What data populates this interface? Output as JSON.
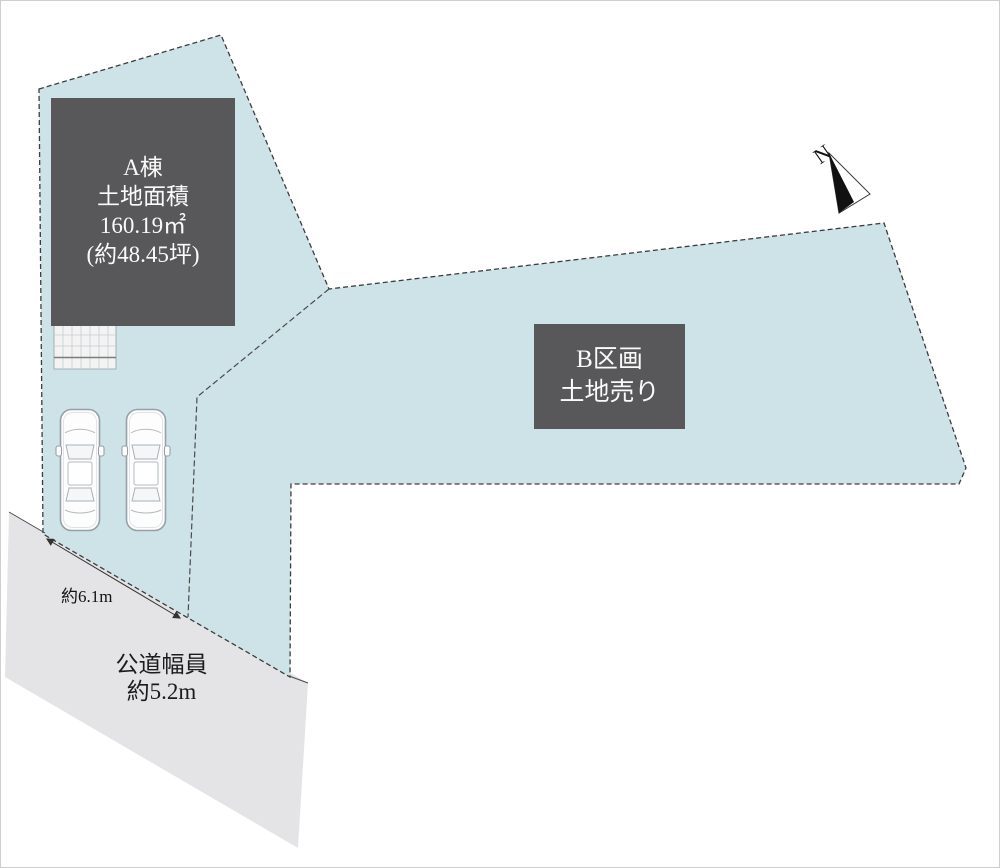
{
  "colors": {
    "lot_fill": "#cee3e8",
    "road_fill": "#e4e4e6",
    "label_box_fill": "#58585a",
    "label_box_text": "#fafafa",
    "boundary_line": "#3d3d3d",
    "north_needle_dark": "#111111"
  },
  "north": {
    "label": "N"
  },
  "parcel_a": {
    "lines": [
      "A棟",
      "土地面積",
      "160.19㎡",
      "(約48.45坪)"
    ]
  },
  "parcel_b": {
    "lines": [
      "B区画",
      "土地売り"
    ]
  },
  "road": {
    "lines": [
      "公道幅員",
      "約5.2m"
    ]
  },
  "dimensions": {
    "frontage": "約6.1m"
  }
}
